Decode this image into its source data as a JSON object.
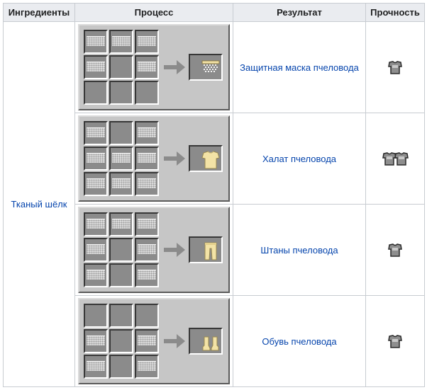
{
  "headers": {
    "ingredients": "Ингредиенты",
    "process": "Процесс",
    "result": "Результат",
    "durability": "Прочность"
  },
  "ingredient": "Тканый шёлк",
  "rows": [
    {
      "result": "Защитная маска пчеловода",
      "grid": [
        1,
        1,
        1,
        1,
        0,
        1,
        0,
        0,
        0
      ],
      "output_icon": "beekeeper-mask-icon",
      "durability_icon": "chestplate-icon",
      "durability_icons": 1
    },
    {
      "result": "Халат пчеловода",
      "grid": [
        1,
        0,
        1,
        1,
        1,
        1,
        1,
        1,
        1
      ],
      "output_icon": "beekeeper-robe-icon",
      "durability_icon": "chestplate-icon",
      "durability_icons": 2
    },
    {
      "result": "Штаны пчеловода",
      "grid": [
        1,
        1,
        1,
        1,
        0,
        1,
        1,
        0,
        1
      ],
      "output_icon": "beekeeper-pants-icon",
      "durability_icon": "chestplate-icon",
      "durability_icons": 1
    },
    {
      "result": "Обувь пчеловода",
      "grid": [
        0,
        0,
        0,
        1,
        0,
        1,
        1,
        0,
        1
      ],
      "output_icon": "beekeeper-boots-icon",
      "durability_icon": "chestplate-icon",
      "durability_icons": 1
    }
  ],
  "colors": {
    "header_bg": "#eaecf0",
    "border": "#c8ccd1",
    "link": "#0645ad",
    "gui_bg": "#c6c6c6",
    "slot_bg": "#8b8b8b",
    "silk": "#dcdcdc",
    "item_cream": "#f3e3a6"
  }
}
